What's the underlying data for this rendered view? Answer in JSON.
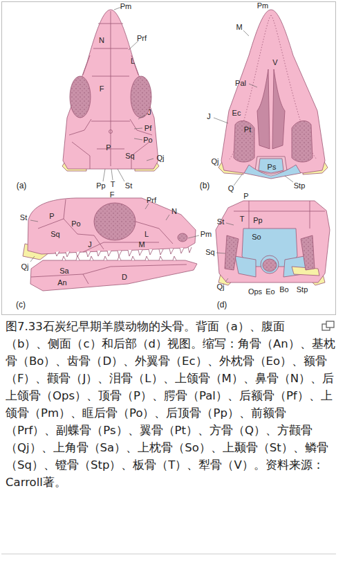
{
  "diagram": {
    "caption": "图7.33石炭纪早期羊膜动物的头骨。背面（a）、腹面（b）、侧面（c）和后部（d）视图。缩写：角骨（An）、基枕骨（Bo）、齿骨（D）、外翼骨（Ec）、外枕骨（Eo）、额骨（F）、颧骨（J）、泪骨（L）、上颌骨（M）、鼻骨（N）、后上颌骨（Ops）、顶骨（P）、腭骨（Pal）、后额骨（Pf）、上颌骨（Pm）、眶后骨（Po）、后顶骨（Pp）、前额骨（Prf）、副蝶骨（Ps）、翼骨（Pt）、方骨（Q）、方颧骨（Qj）、上角骨（Sa）、上枕骨（So）、上颞骨（St）、鳞骨（Sq）、镫骨（Stp）、板骨（T）、犁骨（V）。资料来源：Carroll著。",
    "labels": [
      "Pm",
      "N",
      "Prf",
      "L",
      "F",
      "J",
      "Pf",
      "Po",
      "P",
      "Sq",
      "Qj",
      "Pp",
      "T",
      "St",
      "(a)",
      "Pm",
      "M",
      "V",
      "Pal",
      "J",
      "Ec",
      "Pt",
      "Qj",
      "Q",
      "Ps",
      "Stp",
      "(b)",
      "F",
      "Prf",
      "N",
      "St",
      "P",
      "Po",
      "Sq",
      "L",
      "J",
      "M",
      "Pm",
      "Qj",
      "Sa",
      "An",
      "D",
      "(c)",
      "P",
      "St",
      "T",
      "Pp",
      "So",
      "Sq",
      "Qj",
      "Ops",
      "Eo",
      "Bo",
      "Stp",
      "(d)"
    ]
  }
}
